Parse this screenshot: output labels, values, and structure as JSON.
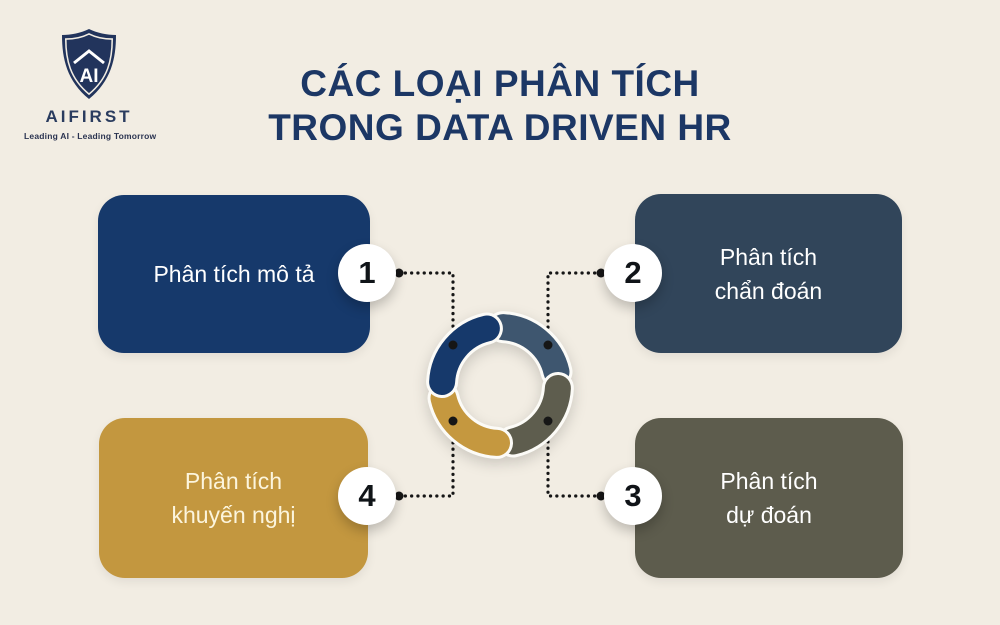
{
  "colors": {
    "background": "#f2ede3",
    "title": "#1c3765",
    "connector": "#161616",
    "badge_bg": "#ffffff",
    "badge_text": "#101418",
    "navy": "#16396b",
    "slate": "#31455a",
    "olive": "#5d5c4d",
    "gold": "#c3973f",
    "donut_navy": "#16396b",
    "donut_slate": "#3e566f",
    "donut_olive": "#5e5d4e",
    "donut_gold": "#c5983f"
  },
  "logo": {
    "brand": "AIFIRST",
    "tagline": "Leading AI - Leading Tomorrow",
    "shield_text": "AI"
  },
  "title": {
    "line1": "CÁC LOẠI PHÂN TÍCH",
    "line2": "TRONG DATA DRIVEN HR"
  },
  "items": [
    {
      "number": "1",
      "label": "Phân tích mô tả",
      "line1": "Phân tích mô tả",
      "line2": "",
      "position": "top-left",
      "color": "#16396b"
    },
    {
      "number": "2",
      "label": "Phân tích chẩn đoán",
      "line1": "Phân tích",
      "line2": "chẩn đoán",
      "position": "top-right",
      "color": "#31455a"
    },
    {
      "number": "3",
      "label": "Phân tích dự đoán",
      "line1": "Phân tích",
      "line2": "dự đoán",
      "position": "bottom-right",
      "color": "#5d5c4d"
    },
    {
      "number": "4",
      "label": "Phân tích khuyến nghị",
      "line1": "Phân tích",
      "line2": "khuyến nghị",
      "position": "bottom-left",
      "color": "#c3973f"
    }
  ]
}
